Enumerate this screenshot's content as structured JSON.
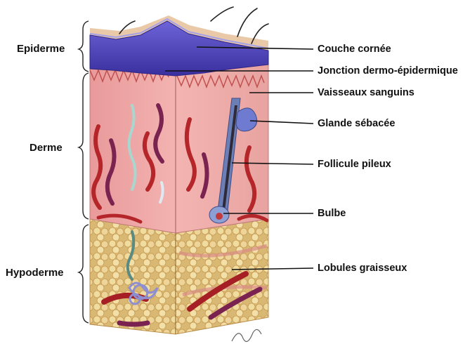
{
  "layers": [
    {
      "id": "epiderme",
      "label": "Epiderme"
    },
    {
      "id": "derme",
      "label": "Derme"
    },
    {
      "id": "hypoderme",
      "label": "Hypoderme"
    }
  ],
  "callouts": [
    {
      "id": "couche-cornee",
      "label": "Couche cornée"
    },
    {
      "id": "jonction",
      "label": "Jonction dermo-épidermique"
    },
    {
      "id": "vaisseaux",
      "label": "Vaisseaux sanguins"
    },
    {
      "id": "glande",
      "label": "Glande sébacée"
    },
    {
      "id": "follicule",
      "label": "Follicule pileux"
    },
    {
      "id": "bulbe",
      "label": "Bulbe"
    },
    {
      "id": "lobules",
      "label": "Lobules graisseux"
    }
  ],
  "colors": {
    "epidermis": "#4a3fc0",
    "dermis": "#f0a9a8",
    "vessel_red": "#b5262a",
    "vessel_purple": "#7a2350",
    "fat": "#e9cf92",
    "line": "#111111"
  }
}
